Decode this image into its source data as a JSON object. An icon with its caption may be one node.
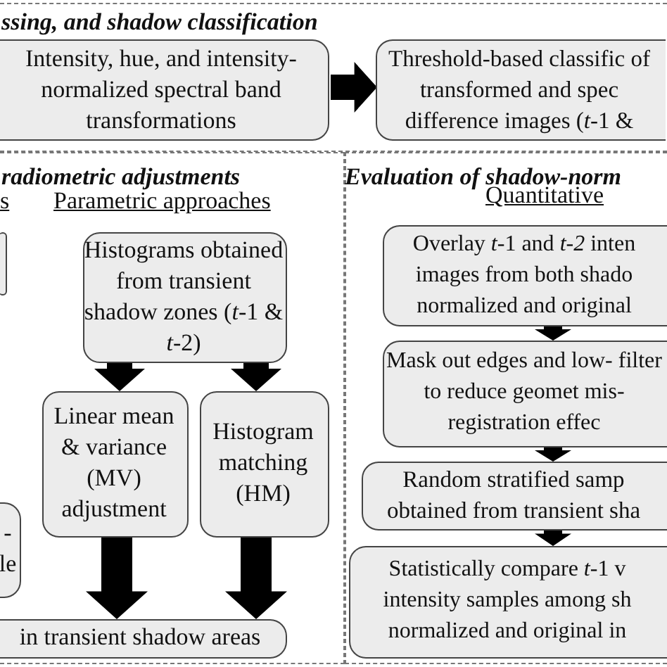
{
  "diagram": {
    "nodes": [
      {
        "text": [
          "ssing, and shadow classification"
        ]
      },
      {
        "text": [
          "Intensity, hue, and intensity- normalized spectral band transformations"
        ],
        "in": 0
      },
      {
        "text": [
          "Threshold-based classific of transformed and spec difference images (*t*-1 &"
        ],
        "in": 0
      },
      {
        "text": [
          "radiometric adjustments"
        ]
      },
      {
        "text": [
          "Evaluation of shadow-norm"
        ]
      },
      {
        "text": [],
        "shape": "box",
        "in": 3
      },
      {
        "text": [
          "Histograms obtained from transient shadow zones (*t*-1 & *t*-2)"
        ],
        "in": 3
      },
      {
        "text": [
          "Linear mean & variance (MV) adjustment"
        ],
        "in": 3
      },
      {
        "text": [
          "Histogram matching (HM)"
        ],
        "in": 3
      },
      {
        "text": [
          "- le"
        ],
        "in": 3
      },
      {
        "text": [
          "in transient shadow areas"
        ],
        "in": 3
      },
      {
        "text": [
          "Overlay *t*-1 and *t-2* inten images from both shado normalized and original"
        ],
        "in": 4
      },
      {
        "text": [
          "Mask out edges and low- filter to reduce geomet mis-registration effec"
        ],
        "in": 4
      },
      {
        "text": [
          "Random stratified samp obtained from transient sha"
        ],
        "in": 4
      },
      {
        "text": [
          "Statistically compare *t*-1 v intensity samples among sh normalized and original in"
        ],
        "in": 4
      }
    ],
    "edges": [
      {
        "from": 1,
        "to": 2,
        "arrow": "to",
        "style": "thick"
      },
      {
        "from": 6,
        "to": 7,
        "arrow": "to",
        "style": "thick"
      },
      {
        "from": 6,
        "to": 8,
        "arrow": "to",
        "style": "thick"
      },
      {
        "from": 7,
        "to": 10,
        "arrow": "to",
        "style": "thick"
      },
      {
        "from": 8,
        "to": 10,
        "arrow": "to",
        "style": "thick"
      },
      {
        "from": 11,
        "to": 12,
        "arrow": "to",
        "style": "thick"
      },
      {
        "from": 12,
        "to": 13,
        "arrow": "to",
        "style": "thick"
      },
      {
        "from": 13,
        "to": 14,
        "arrow": "to",
        "style": "thick"
      }
    ],
    "labels": [
      "s",
      "Parametric approaches",
      "Quantitative"
    ]
  }
}
